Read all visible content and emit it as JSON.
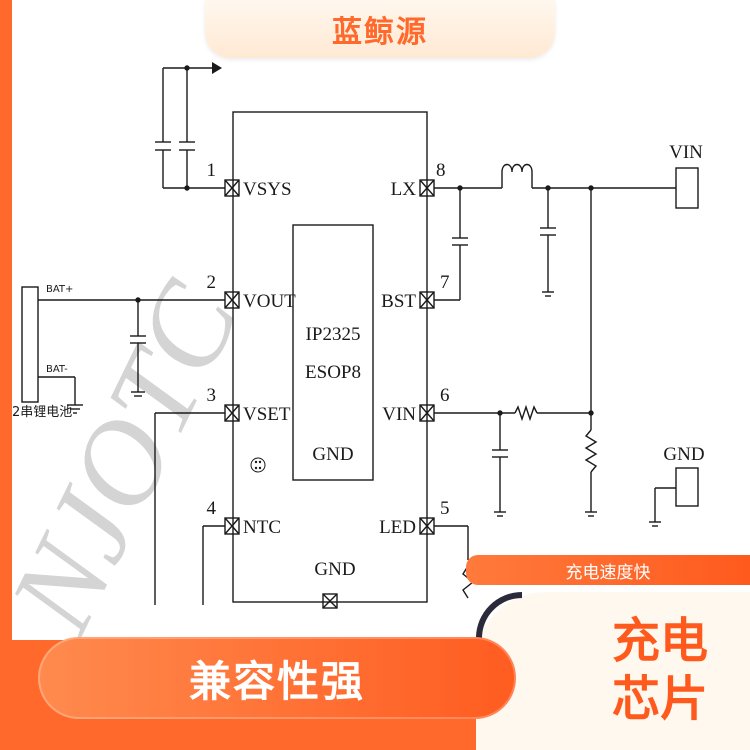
{
  "header": {
    "brand": "蓝鲸源"
  },
  "chip": {
    "part_number": "IP2325",
    "package": "ESOP8",
    "center_gnd": "GND",
    "bottom_gnd": "GND",
    "pins": [
      {
        "num": "1",
        "name": "VSYS"
      },
      {
        "num": "2",
        "name": "VOUT"
      },
      {
        "num": "3",
        "name": "VSET"
      },
      {
        "num": "4",
        "name": "NTC"
      },
      {
        "num": "8",
        "name": "LX"
      },
      {
        "num": "7",
        "name": "BST"
      },
      {
        "num": "6",
        "name": "VIN"
      },
      {
        "num": "5",
        "name": "LED"
      }
    ]
  },
  "battery": {
    "pos_label": "BAT+",
    "neg_label": "BAT-",
    "caption": "2串锂电池"
  },
  "connectors": {
    "vin_label": "VIN",
    "gnd_label": "GND"
  },
  "banners": {
    "speed": "充电速度快",
    "compat": "兼容性强",
    "side_title": "充电芯片"
  },
  "colors": {
    "accent": "#ff6a2c",
    "line": "#1a1a1a",
    "watermark": "#cfcfcf"
  }
}
